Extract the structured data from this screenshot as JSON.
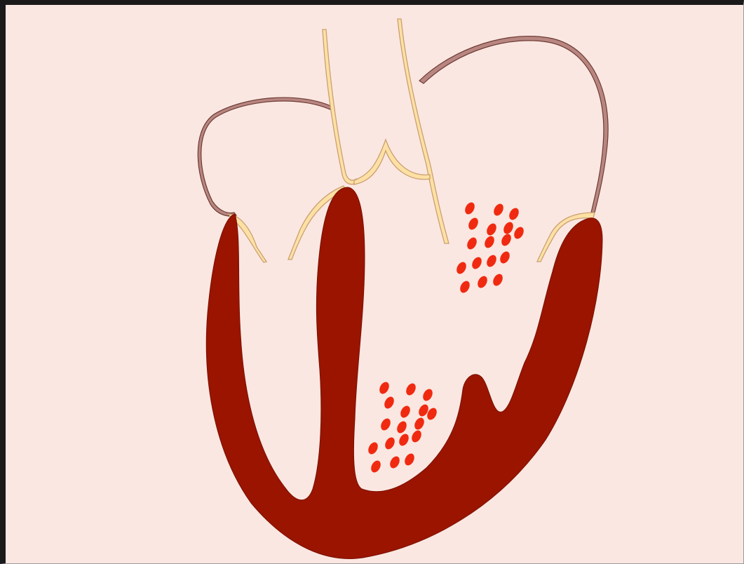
{
  "diagram": {
    "type": "heart-cross-section",
    "colors": {
      "background": "#fbe7e1",
      "frame": "#1a1a1a",
      "myocardium": "#9a1400",
      "valve_fill": "#fde0a4",
      "valve_stroke": "#c9a071",
      "vessel_wall_fill": "#b88680",
      "vessel_wall_stroke": "#6e3b36",
      "blood_cell": "#f02a10"
    },
    "blood_cell_clusters": [
      {
        "name": "left-atrium-cells",
        "count": 17
      },
      {
        "name": "right-ventricle-cells",
        "count": 17
      }
    ]
  }
}
